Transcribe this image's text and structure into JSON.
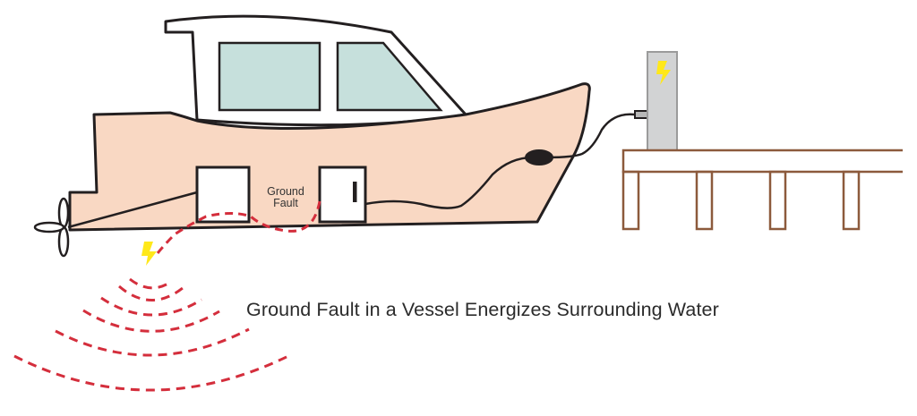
{
  "diagram": {
    "title": "Ground Fault in a Vessel Energizes Surrounding Water",
    "labels": {
      "ground_fault_line1": "Ground",
      "ground_fault_line2": "Fault"
    },
    "components": [
      {
        "id": "boat-hull",
        "label": "Vessel hull"
      },
      {
        "id": "cabin",
        "label": "Cabin with two windows"
      },
      {
        "id": "propeller",
        "label": "Propeller"
      },
      {
        "id": "equipment-box-left",
        "label": "Electrical equipment (faulted)"
      },
      {
        "id": "equipment-box-right",
        "label": "Electrical panel"
      },
      {
        "id": "shore-power-cord",
        "label": "Shore power cord"
      },
      {
        "id": "power-pedestal",
        "label": "Dock power pedestal"
      },
      {
        "id": "dock",
        "label": "Dock"
      },
      {
        "id": "fault-current-path",
        "label": "Fault current path (dashed red)"
      },
      {
        "id": "energized-water-ripples",
        "label": "Energized water (dashed red arcs)"
      }
    ],
    "colors": {
      "hull": "#f9d8c3",
      "window": "#c6e0dc",
      "outline": "#231f20",
      "fault": "#d42e3c",
      "bolt": "#ffe81a",
      "pedestal": "#d2d3d4",
      "pedestal_border": "#9b9b9b",
      "dock": "#8c5a3c",
      "text": "#2b2b2b"
    }
  }
}
